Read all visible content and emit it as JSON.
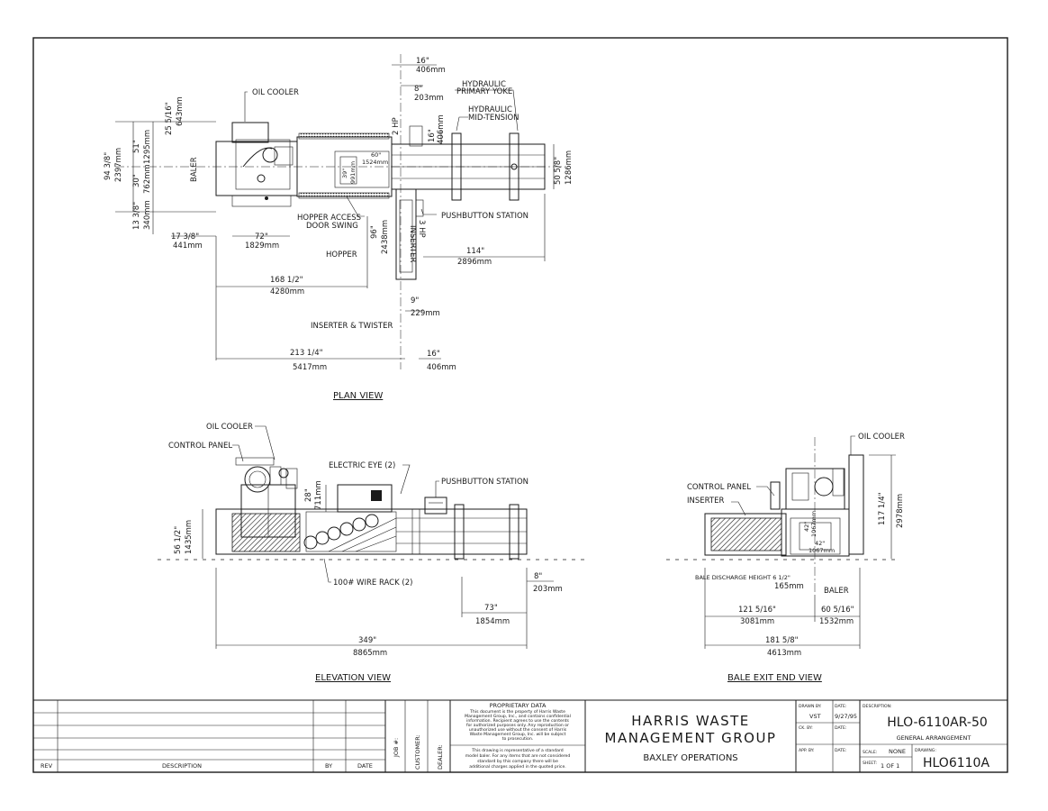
{
  "views": {
    "plan": {
      "title": "PLAN VIEW",
      "labels": {
        "oil_cooler": "OIL COOLER",
        "hydraulic_primary_yoke_1": "HYDRAULIC",
        "hydraulic_primary_yoke_2": "PRIMARY YOKE",
        "hydraulic_mid_tension_1": "HYDRAULIC",
        "hydraulic_mid_tension_2": "MID-TENSION",
        "hopper_access_1": "HOPPER ACCESS",
        "hopper_access_2": "DOOR SWING",
        "pushbutton_station": "PUSHBUTTON STATION",
        "hopper": "HOPPER",
        "inserter_twister": "INSERTER & TWISTER",
        "baler": "BALER",
        "two_hp": "2 HP",
        "inserter_vertical": "INSERTER",
        "three_hp": "3 HP"
      },
      "dimensions": {
        "d16_top": "16\"",
        "d406_top": "406mm",
        "d8_top": "8\"",
        "d203_top": "203mm",
        "d25": "25 5/16\"",
        "d643": "643mm",
        "d51": "51\"",
        "d1295": "1295mm",
        "d94": "94 3/8\"",
        "d2397": "2397mm",
        "d30": "30\"",
        "d762": "762mm",
        "d13": "13 3/8\"",
        "d340": "340mm",
        "d16_mid": "16\"",
        "d406_mid": "406mm",
        "d60": "60\"",
        "d1524": "1524mm",
        "d39": "39\"",
        "d991": "991mm",
        "d50": "50 5/8\"",
        "d1286": "1286mm",
        "d17": "17 3/8\"",
        "d441": "441mm",
        "d72": "72\"",
        "d1829": "1829mm",
        "d96": "96\"",
        "d2438": "2438mm",
        "d114": "114\"",
        "d2896": "2896mm",
        "d168": "168 1/2\"",
        "d4280": "4280mm",
        "d9": "9\"",
        "d229": "229mm",
        "d213": "213 1/4\"",
        "d5417": "5417mm",
        "d16_bot": "16\"",
        "d406_bot": "406mm"
      }
    },
    "elevation": {
      "title": "ELEVATION VIEW",
      "labels": {
        "oil_cooler": "OIL COOLER",
        "control_panel": "CONTROL PANEL",
        "electric_eye": "ELECTRIC EYE (2)",
        "pushbutton_station": "PUSHBUTTON STATION",
        "wire_rack": "100# WIRE RACK (2)"
      },
      "dimensions": {
        "d28": "28\"",
        "d711": "711mm",
        "d56": "56 1/2\"",
        "d1435": "1435mm",
        "d8": "8\"",
        "d203": "203mm",
        "d73": "73\"",
        "d1854": "1854mm",
        "d349": "349\"",
        "d8865": "8865mm"
      }
    },
    "bale_exit": {
      "title": "BALE EXIT END VIEW",
      "labels": {
        "oil_cooler": "OIL COOLER",
        "control_panel": "CONTROL PANEL",
        "inserter": "INSERTER",
        "bale_discharge": "BALE DISCHARGE HEIGHT 6 1/2\"",
        "baler": "BALER"
      },
      "dimensions": {
        "d117": "117 1/4\"",
        "d2978": "2978mm",
        "d42a": "42\"",
        "d1067a": "1067mm",
        "d42b": "42\"",
        "d1067b": "1067mm",
        "d165": "165mm",
        "d121": "121 5/16\"",
        "d3081": "3081mm",
        "d60": "60 5/16\"",
        "d1532": "1532mm",
        "d181": "181 5/8\"",
        "d4613": "4613mm"
      }
    }
  },
  "title_block": {
    "rev_header": "REV",
    "description_header": "DESCRIPTION",
    "by_header": "BY",
    "date_header": "DATE",
    "job_header": "JOB #:",
    "customer_header": "CUSTOMER:",
    "dealer_header": "DEALER:",
    "proprietary_title": "PROPRIETARY DATA",
    "proprietary_text": [
      "This document is the property of Harris Waste",
      "Management Group, Inc., and contains confidential",
      "information. Recipient agrees to use the contents",
      "for authorized purposes only. Any reproduction or",
      "unauthorized use without the consent of Harris",
      "Waste Management Group, Inc. will be subject",
      "to prosecution."
    ],
    "representative_text": [
      "This drawing is representative of a standard",
      "model baler. For any items that are not considered",
      "standard by this company there will be",
      "additional charges applied in the quoted price."
    ],
    "company_line1": "HARRIS WASTE",
    "company_line2": "MANAGEMENT GROUP",
    "company_line3": "BAXLEY OPERATIONS",
    "drawn_by_label": "DRAWN BY:",
    "drawn_by": "VST",
    "date_label": "DATE:",
    "date": "9/27/95",
    "ck_by_label": "CK. BY:",
    "ck_date_label": "DATE:",
    "app_by_label": "APP. BY:",
    "app_date_label": "DATE:",
    "description_label": "DESCRIPTION:",
    "model": "HLO-6110AR-50",
    "description": "GENERAL ARRANGEMENT",
    "scale_label": "SCALE:",
    "scale": "NONE",
    "drawing_label": "DRAWING:",
    "sheet_label": "SHEET:",
    "sheet": "1  OF  1",
    "drawing_number": "HLO6110A"
  }
}
